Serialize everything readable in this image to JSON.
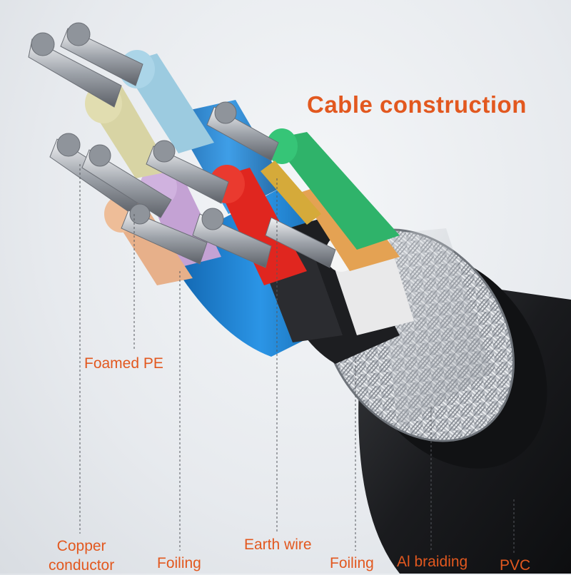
{
  "title": "Cable construction",
  "labels": {
    "foamed_pe": "Foamed PE",
    "copper_conductor_line1": "Copper",
    "copper_conductor_line2": "conductor",
    "foiling_left": "Foiling",
    "earth_wire": "Earth wire",
    "foiling_right": "Foiling",
    "al_braiding": "Al braiding",
    "pvc": "PVC"
  },
  "colors": {
    "accent_text": "#e2581f",
    "pvc_jacket": "#1c1d20",
    "braid": "#c9ccd1",
    "insulation_blue": "#9ccbe0",
    "insulation_yellow": "#d9d6a6",
    "insulation_purple": "#c7a3d6",
    "insulation_peach": "#e9b793",
    "insulation_red": "#e0261f",
    "insulation_green": "#2fb36a",
    "insulation_orange": "#e9a455",
    "insulation_black": "#2a2b2e",
    "insulation_white": "#eeeeee",
    "foil_blue": "#1a7fd0"
  }
}
